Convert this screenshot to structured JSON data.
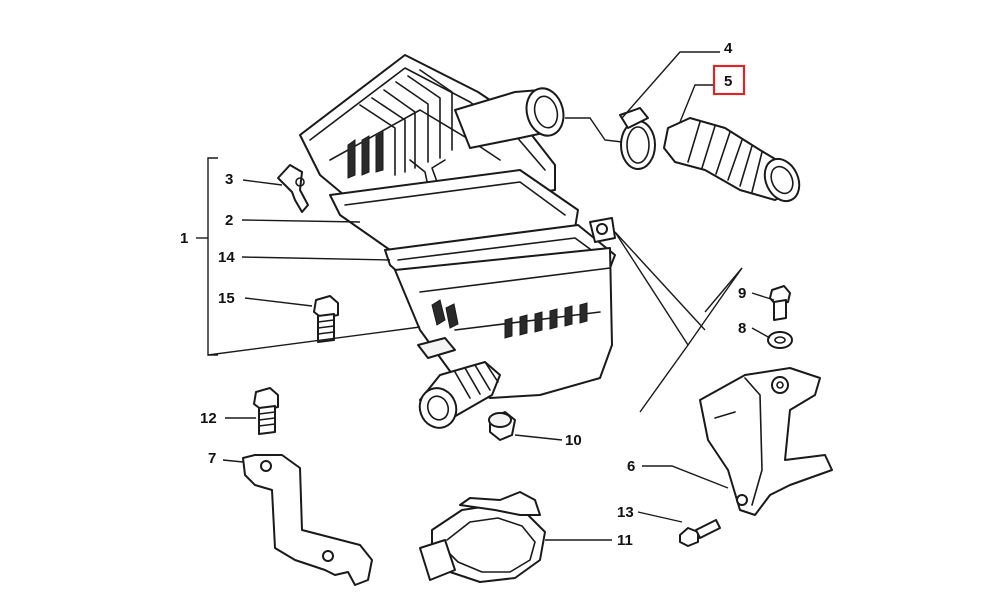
{
  "callouts": {
    "c1": "1",
    "c2": "2",
    "c3": "3",
    "c4": "4",
    "c5": "5",
    "c6": "6",
    "c7": "7",
    "c8": "8",
    "c9": "9",
    "c10": "10",
    "c11": "11",
    "c12": "12",
    "c13": "13",
    "c14": "14",
    "c15": "15"
  },
  "highlighted_callout": "5",
  "colors": {
    "highlight": "#d62828",
    "line": "#1a1a1a",
    "background": "#ffffff"
  }
}
